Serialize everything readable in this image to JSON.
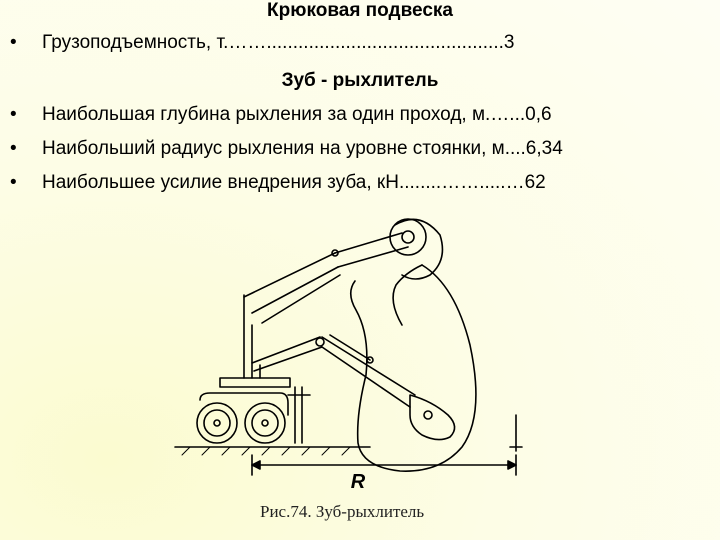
{
  "hook": {
    "title": "Крюковая подвеска",
    "items": [
      "Грузоподъемность, т.…….............................................3"
    ]
  },
  "ripper": {
    "title": "Зуб - рыхлитель",
    "items": [
      "Наибольшая глубина рыхления за один проход, м.…...0,6",
      "Наибольший радиус рыхления на уровне стоянки, м....6,34",
      "Наибольшее усилие внедрения зуба, кН........…….....…62"
    ]
  },
  "figure": {
    "dimension_label": "R",
    "caption": "Рис.74. Зуб-рыхлитель"
  }
}
